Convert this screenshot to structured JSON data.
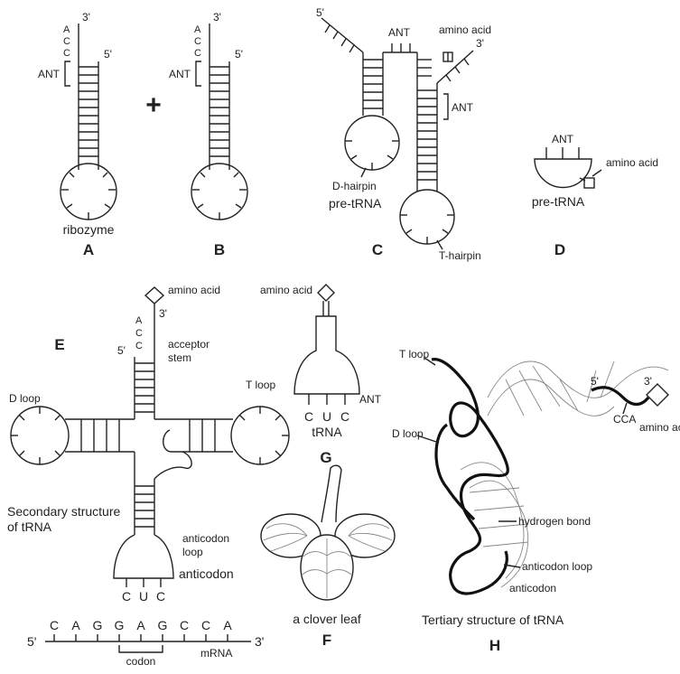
{
  "panels": {
    "A": {
      "letter": "A",
      "end3": "3'",
      "end5": "5'",
      "cca": [
        "A",
        "C",
        "C"
      ],
      "ant": "ANT",
      "caption": "ribozyme"
    },
    "plus": "+",
    "B": {
      "letter": "B",
      "end3": "3'",
      "end5": "5'",
      "cca": [
        "A",
        "C",
        "C"
      ],
      "ant": "ANT"
    },
    "C": {
      "letter": "C",
      "end5": "5'",
      "end3": "3'",
      "ant_top": "ANT",
      "ant_side": "ANT",
      "amino_acid": "amino acid",
      "d_hairpin": "D-hairpin",
      "t_hairpin": "T-hairpin",
      "caption": "pre-tRNA"
    },
    "D": {
      "letter": "D",
      "ant": "ANT",
      "amino_acid": "amino acid",
      "caption": "pre-tRNA"
    },
    "E": {
      "letter": "E",
      "amino_acid": "amino acid",
      "end3": "3'",
      "end5": "5'",
      "cca": [
        "A",
        "C",
        "C"
      ],
      "acceptor_stem": [
        "acceptor",
        "stem"
      ],
      "d_loop": "D loop",
      "t_loop": "T loop",
      "title": [
        "Secondary structure",
        "of tRNA"
      ],
      "anticodon_loop": [
        "anticodon",
        "loop"
      ],
      "anticodon_label": "anticodon",
      "anticodon_bases": [
        "C",
        "U",
        "C"
      ],
      "mrna_seq": [
        "C",
        "A",
        "G",
        "G",
        "A",
        "G",
        "C",
        "C",
        "A"
      ],
      "mrna_end5": "5'",
      "mrna_end3": "3'",
      "mrna_label": "mRNA",
      "codon_label": "codon"
    },
    "G": {
      "letter": "G",
      "amino_acid": "amino acid",
      "bases": [
        "C",
        "U",
        "C"
      ],
      "caption": "tRNA",
      "ant": "ANT"
    },
    "F": {
      "letter": "F",
      "caption": "a clover leaf"
    },
    "H": {
      "letter": "H",
      "t_loop": "T loop",
      "d_loop": "D loop",
      "end5": "5'",
      "end3": "3'",
      "cca": "CCA",
      "amino_acid": "amino acid",
      "hydrogen_bond": "hydrogen bond",
      "anticodon_loop": "anticodon loop",
      "anticodon": "anticodon",
      "caption": "Tertiary structure of tRNA"
    }
  }
}
